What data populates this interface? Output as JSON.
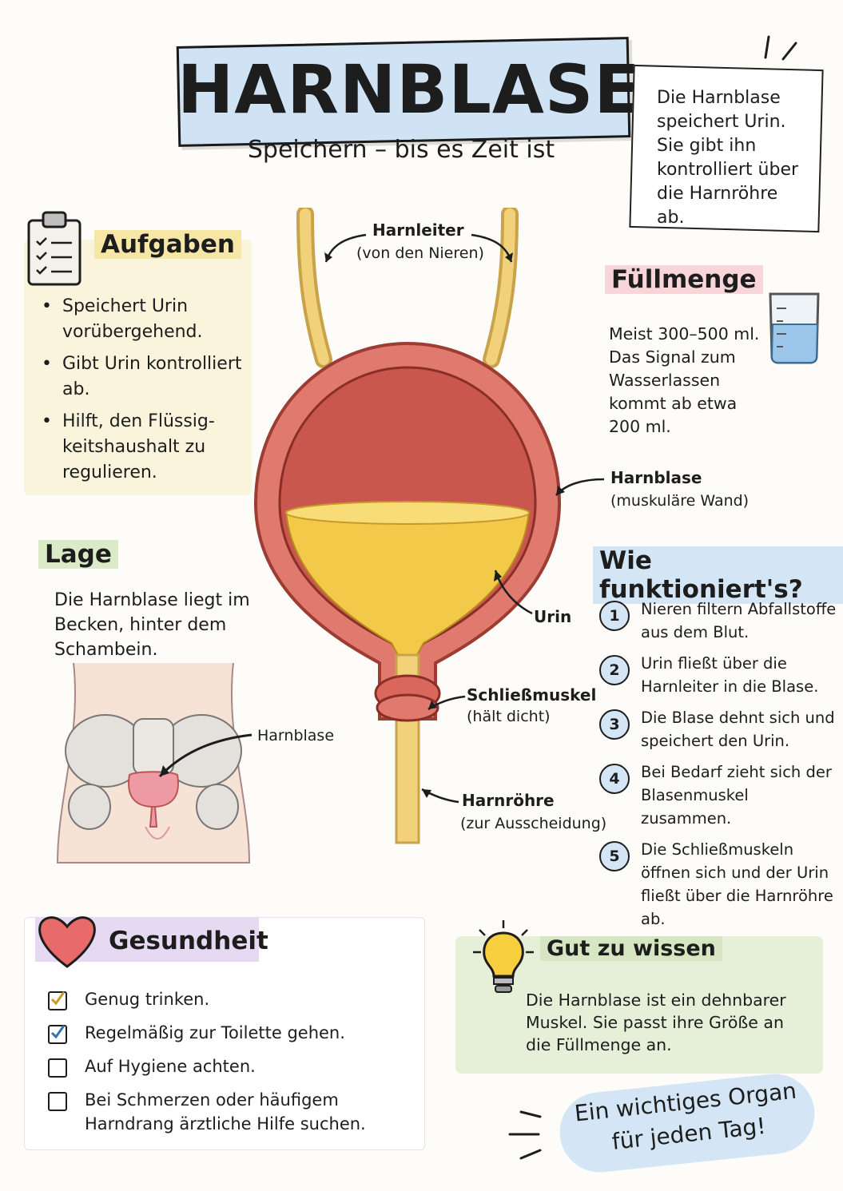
{
  "title": "HARNBLASE",
  "subtitle": "Speichern – bis es Zeit ist",
  "note": "Die Harnblase speichert Urin. Sie gibt ihn kontrolliert über die Harnröhre ab.",
  "aufgaben": {
    "heading": "Aufgaben",
    "items": [
      "Speichert Urin vorübergehend.",
      "Gibt Urin kontrolliert ab.",
      "Hilft, den Flüssig-keitshaushalt zu regulieren."
    ]
  },
  "lage": {
    "heading": "Lage",
    "text": "Die Harnblase liegt im Becken, hinter dem Schambein.",
    "label": "Harnblase"
  },
  "diagram": {
    "harnleiter": "Harnleiter",
    "harnleiter_sub": "(von den Nieren)",
    "harnblase": "Harnblase",
    "harnblase_sub": "(muskuläre Wand)",
    "urin": "Urin",
    "schliess": "Schließmuskel",
    "schliess_sub": "(hält dicht)",
    "harnroehre": "Harnröhre",
    "harnroehre_sub": "(zur Ausscheidung)"
  },
  "fuellmenge": {
    "heading": "Füllmenge",
    "text": "Meist 300–500 ml. Das Signal zum Wasserlassen kommt ab etwa 200 ml."
  },
  "wie": {
    "heading": "Wie funktioniert's?",
    "steps": [
      {
        "num": "1",
        "text": "Nieren filtern Abfallstoffe aus dem Blut."
      },
      {
        "num": "2",
        "text": "Urin fließt über die Harnleiter in die Blase."
      },
      {
        "num": "3",
        "text": "Die Blase dehnt sich und speichert den Urin."
      },
      {
        "num": "4",
        "text": "Bei Bedarf zieht sich der Blasenmuskel zusammen."
      },
      {
        "num": "5",
        "text": "Die Schließmuskeln öffnen sich und der Urin fließt über die Harnröhre ab."
      }
    ]
  },
  "gesundheit": {
    "heading": "Gesundheit",
    "items": [
      {
        "text": "Genug trinken.",
        "checked": true
      },
      {
        "text": "Regelmäßig zur Toilette gehen.",
        "checked": true
      },
      {
        "text": "Auf Hygiene achten.",
        "checked": false
      },
      {
        "text": "Bei Schmerzen oder häufigem Harndrang ärztliche Hilfe suchen.",
        "checked": false
      }
    ]
  },
  "gut": {
    "heading": "Gut zu wissen",
    "text": "Die Harnblase ist ein dehnbarer Muskel. Sie passt ihre Größe an die Füllmenge an."
  },
  "footer": "Ein wichtiges Organ für jeden Tag!",
  "colors": {
    "urine": "#f3c94a",
    "wall": "#e07a6e",
    "ureter": "#f1d27a",
    "blue": "#d4e6f5"
  }
}
